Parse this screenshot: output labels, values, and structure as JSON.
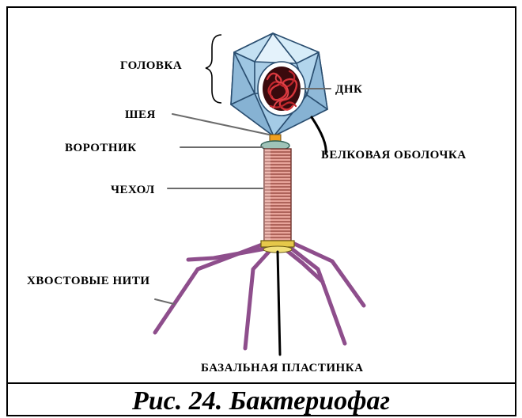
{
  "diagram": {
    "labels": {
      "head": "ГОЛОВКА",
      "dna": "ДНК",
      "neck": "ШЕЯ",
      "collar": "ВОРОТНИК",
      "protein_coat": "БЕЛКОВАЯ ОБОЛОЧКА",
      "sheath": "ЧЕХОЛ",
      "tail_fibers": "ХВОСТОВЫЕ НИТИ",
      "base_plate": "БАЗАЛЬНАЯ ПЛАСТИНКА"
    }
  },
  "caption": "Рис. 24. Бактериофаг",
  "colors": {
    "capsid_face": "#a9cde6",
    "capsid_edge": "#2a4e70",
    "dna": "#c0262c",
    "neck": "#f0a020",
    "collar": "#9fc3b8",
    "sheath": "#e8a49a",
    "fibers": "#8e4e8c",
    "base_plate": "#e6c84a"
  }
}
